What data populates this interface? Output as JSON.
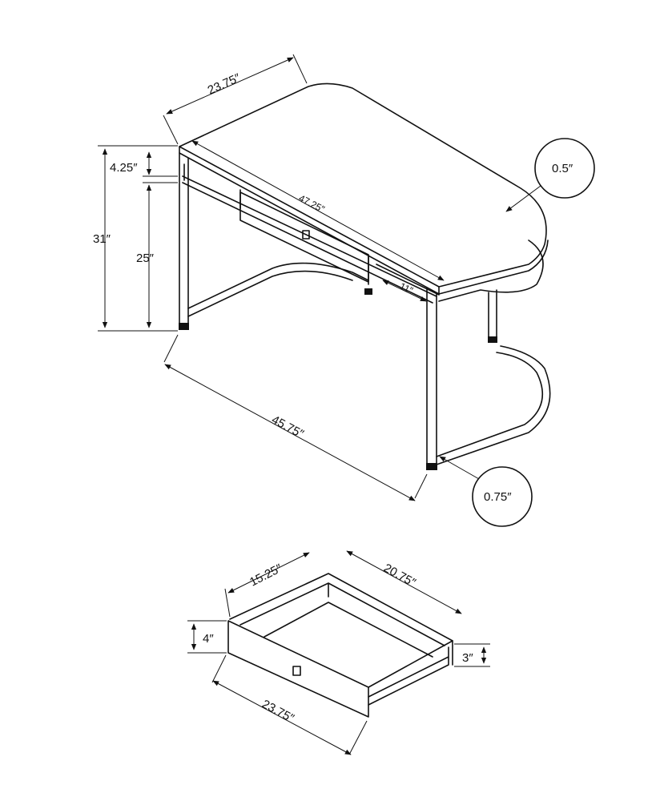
{
  "desk": {
    "dimensions": {
      "top_depth": "23.75″",
      "top_thickness": "4.25″",
      "overall_height": "31″",
      "clearance_height": "25″",
      "top_width": "47.25″",
      "shelf_depth": "11″",
      "base_width": "45.75″"
    },
    "callouts": {
      "top_edge": "0.5″",
      "leg_tube": "0.75″"
    }
  },
  "drawer": {
    "dimensions": {
      "interior_width": "15.25″",
      "interior_depth": "20.75″",
      "front_height": "4″",
      "side_height": "3″",
      "front_width": "23.75″"
    }
  }
}
